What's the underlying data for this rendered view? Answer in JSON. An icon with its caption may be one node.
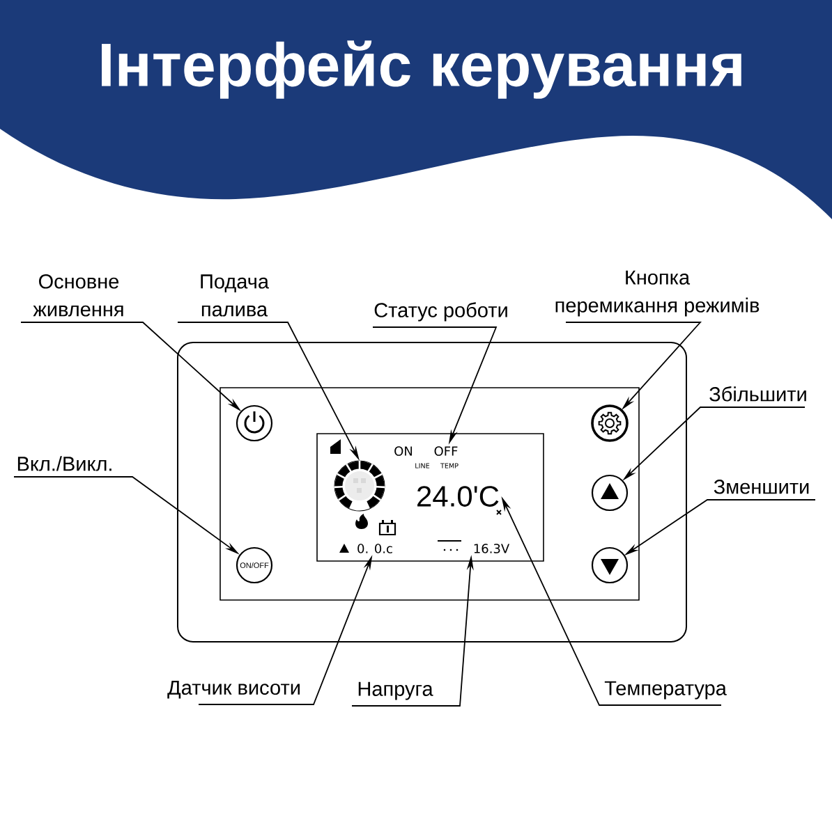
{
  "diagram": {
    "title": "Інтерфейс керування",
    "nodes": [
      {
        "text": [
          "Основне живлення"
        ]
      },
      {
        "text": [
          "Подача палива"
        ]
      },
      {
        "text": [
          "Статус роботи"
        ]
      },
      {
        "text": [
          "Кнопка перемикання режимів"
        ]
      },
      {
        "text": [],
        "shape": "box"
      },
      {
        "text": [],
        "shape": "box",
        "in": 4
      },
      {
        "text": [
          "Збільшити"
        ]
      },
      {
        "text": [],
        "shape": "circle",
        "in": 5
      },
      {
        "text": [],
        "shape": "circle",
        "in": 5
      },
      {
        "text": [],
        "shape": "box",
        "in": 5
      },
      {
        "text": [
          "ON"
        ],
        "in": 9
      },
      {
        "text": [
          "OFF"
        ],
        "in": 9
      },
      {
        "text": [
          "LINE"
        ],
        "in": 9
      },
      {
        "text": [
          "TEMP"
        ],
        "in": 9
      },
      {
        "text": [
          "Вкл./Викл."
        ]
      },
      {
        "text": [],
        "shape": "circle",
        "in": 9
      },
      {
        "text": [
          "24.0'C"
        ],
        "in": 9
      },
      {
        "text": [
          "Зменшити"
        ]
      },
      {
        "text": [],
        "shape": "circle",
        "in": 5
      },
      {
        "text": [
          "0. 0.c"
        ],
        "in": 9
      },
      {
        "text": [
          "16.3V"
        ],
        "in": 9
      },
      {
        "text": [
          "ON/OFF"
        ],
        "in": 5
      },
      {
        "text": [],
        "shape": "circle",
        "in": 5
      },
      {
        "text": [
          "Датчик висоти"
        ]
      },
      {
        "text": [
          "Напруга"
        ]
      },
      {
        "text": [
          "Температура"
        ]
      }
    ],
    "edges": [
      {
        "from": 0,
        "to": 7,
        "arrow": "to"
      },
      {
        "from": 1,
        "to": 15,
        "arrow": "to"
      },
      {
        "from": 2,
        "to": 11,
        "arrow": "to"
      },
      {
        "from": 3,
        "to": 8,
        "arrow": "to"
      },
      {
        "from": 6,
        "to": 18,
        "arrow": "to"
      },
      {
        "from": 14,
        "to": 21,
        "arrow": "to"
      },
      {
        "from": 17,
        "to": 22,
        "arrow": "to"
      },
      {
        "from": 23,
        "to": 19,
        "arrow": "to"
      },
      {
        "from": 24,
        "to": 20,
        "arrow": "to"
      },
      {
        "from": 25,
        "to": 16,
        "arrow": "to"
      }
    ]
  }
}
